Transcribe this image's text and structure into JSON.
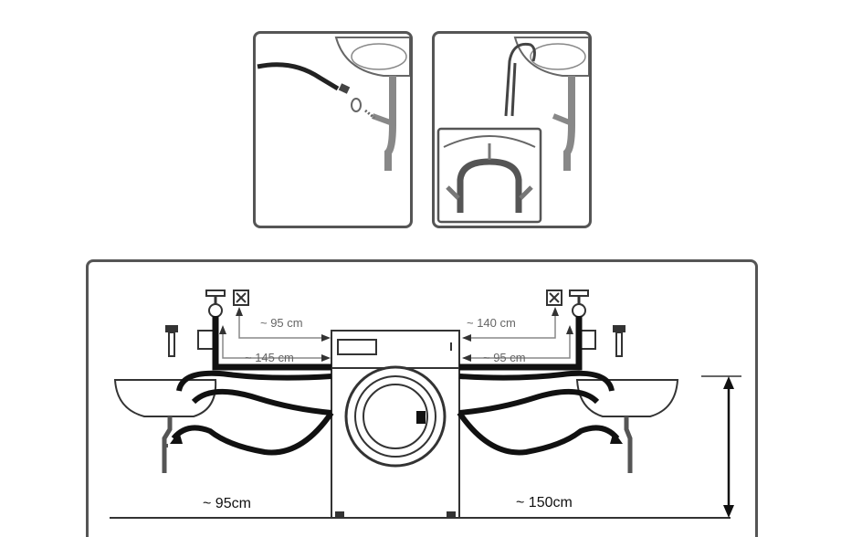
{
  "labels": {
    "left_upper": "~ 95 cm",
    "left_lower": "~ 145 cm",
    "right_upper": "~ 140 cm",
    "right_lower": "~ 95 cm",
    "bottom_left": "~ 95cm",
    "bottom_right": "~ 150cm"
  },
  "colors": {
    "line": "#555555",
    "hose": "#111111",
    "dim_text": "#666666"
  },
  "icons": [
    "washbasin-icon",
    "water-tap-icon",
    "drain-hose-icon",
    "washing-machine-icon",
    "siphon-icon",
    "bolt-icon"
  ]
}
